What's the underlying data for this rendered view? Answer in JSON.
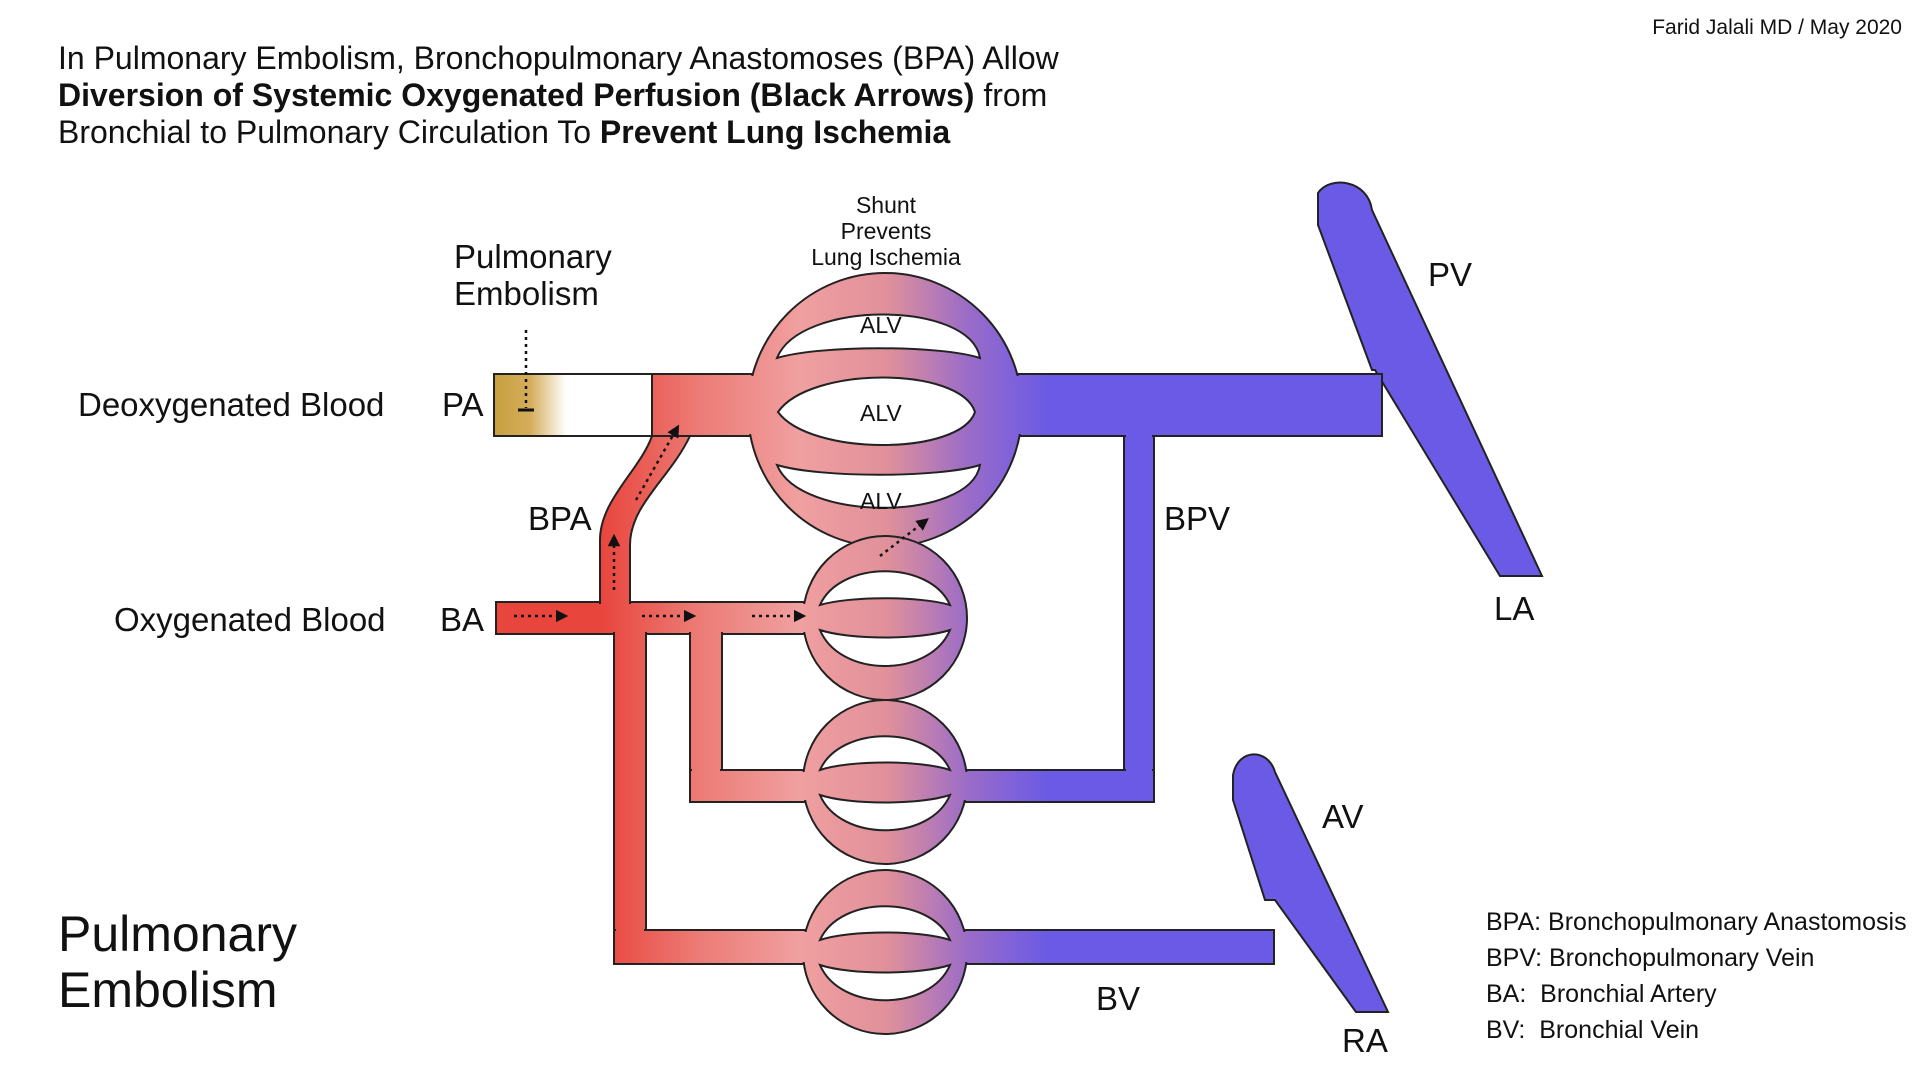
{
  "credit": "Farid Jalali MD / May 2020",
  "title": {
    "line1": "In Pulmonary Embolism, Bronchopulmonary Anastomoses (BPA) Allow",
    "line2_bold": "Diversion of Systemic Oxygenated Perfusion (Black Arrows)",
    "line2_rest": " from",
    "line3_normal": "Bronchial to Pulmonary Circulation To ",
    "line3_bold": "Prevent Lung Ischemia"
  },
  "labels": {
    "deoxygenated": "Deoxygenated Blood",
    "oxygenated": "Oxygenated Blood",
    "pa": "PA",
    "ba": "BA",
    "bpa": "BPA",
    "bpv": "BPV",
    "pv": "PV",
    "la": "LA",
    "av": "AV",
    "ra": "RA",
    "bv": "BV",
    "pe_line1": "Pulmonary",
    "pe_line2": "Embolism",
    "shunt_line1": "Shunt",
    "shunt_line2": "Prevents",
    "shunt_line3": "Lung Ischemia",
    "alv": [
      "ALV",
      "ALV",
      "ALV"
    ]
  },
  "bottom_title": {
    "line1": "Pulmonary",
    "line2": "Embolism"
  },
  "legend": [
    "BPA: Bronchopulmonary Anastomosis",
    "BPV: Bronchopulmonary Vein",
    "BA:  Bronchial Artery",
    "BV:  Bronchial Vein"
  ],
  "colors": {
    "arterial": "#e8453c",
    "capillary": "#f0a0a0",
    "venous": "#6b5ae6",
    "embolus": "#c8a040",
    "outline": "#222222"
  }
}
